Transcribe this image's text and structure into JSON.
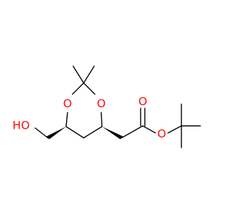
{
  "molecule": {
    "atoms": {
      "hydroxyl": "HO",
      "ring_oxygen_left": "O",
      "ring_oxygen_right": "O",
      "carbonyl_oxygen": "O",
      "ester_oxygen": "O"
    },
    "colors": {
      "bond": "#000000",
      "heteroatom": "#ff0d0d"
    }
  }
}
